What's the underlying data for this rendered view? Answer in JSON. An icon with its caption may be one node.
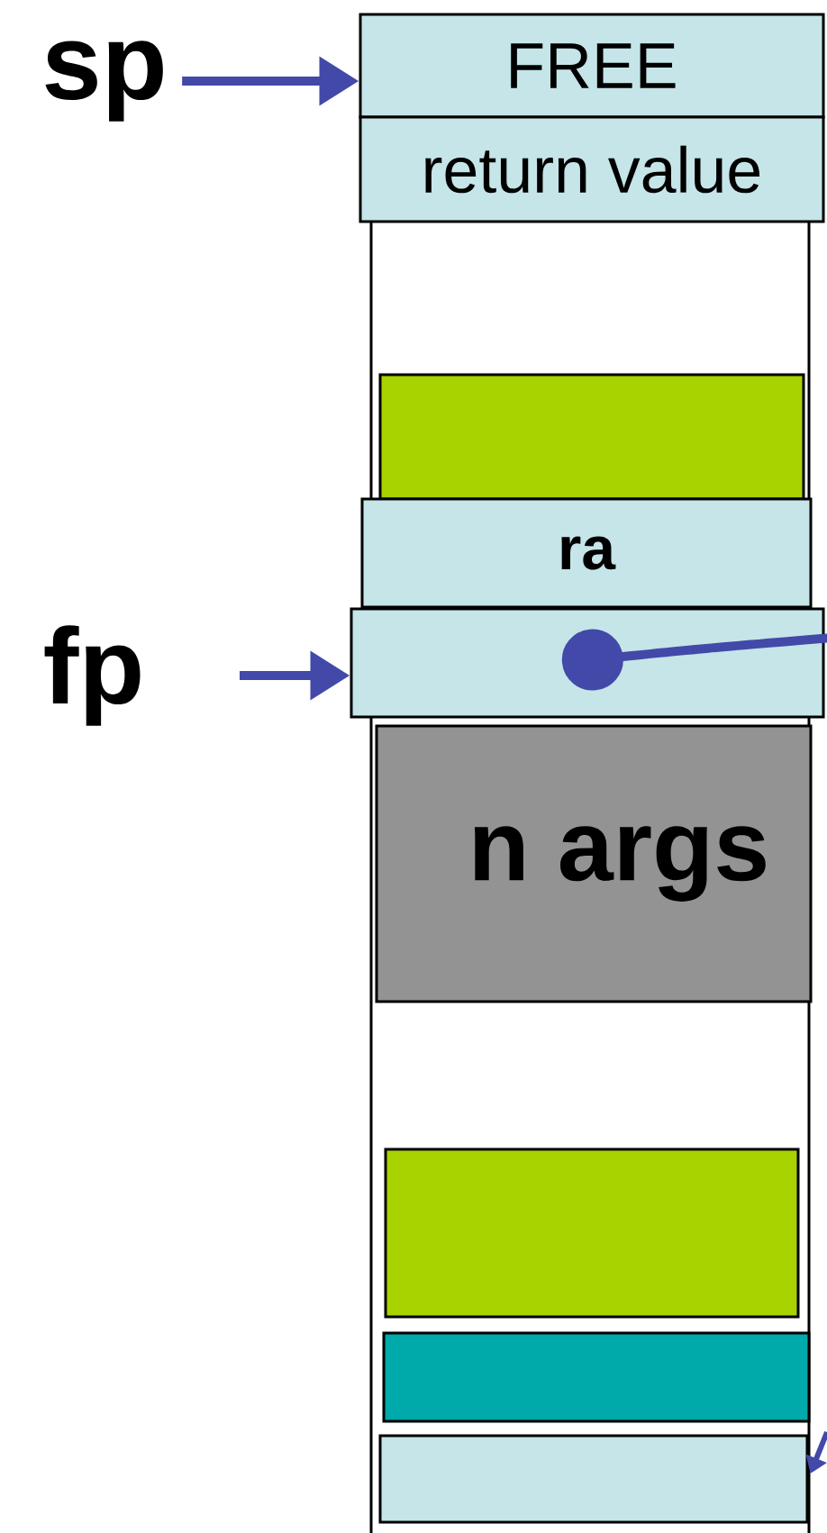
{
  "diagram": {
    "nodes": [
      {
        "text": [
          "sp"
        ]
      },
      {
        "text": [
          "FREE"
        ]
      },
      {
        "text": [
          "return value"
        ]
      },
      {
        "text": [],
        "shape": "box"
      },
      {
        "text": [
          "ra"
        ]
      },
      {
        "text": [
          "fp"
        ]
      },
      {
        "text": [],
        "shape": "box"
      },
      {
        "text": [
          "n args"
        ]
      },
      {
        "text": [],
        "shape": "box"
      },
      {
        "text": [],
        "shape": "box"
      },
      {
        "text": [],
        "shape": "box"
      }
    ],
    "edges": [
      {
        "from": 0,
        "to": 1,
        "arrow": "to"
      },
      {
        "from": 5,
        "to": 6,
        "arrow": "to"
      },
      {
        "from": 6,
        "to": null,
        "arrow": "other"
      },
      {
        "from": null,
        "to": 10,
        "arrow": "to"
      }
    ]
  }
}
